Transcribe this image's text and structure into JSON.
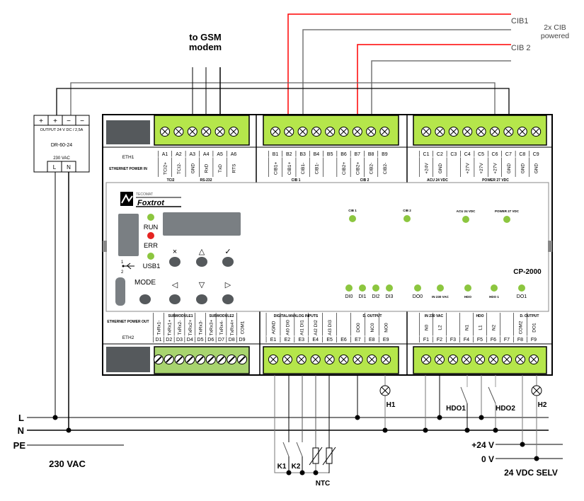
{
  "labels": {
    "gsm_line1": "to GSM",
    "gsm_line2": "modem",
    "cib1": "CIB1",
    "cib2": "CIB 2",
    "cib_powered_line1": "2x CIB",
    "cib_powered_line2": "powered",
    "L": "L",
    "N": "N",
    "PE": "PE",
    "vac": "230 VAC",
    "plus24": "+24 V",
    "zero_v": "0 V",
    "selv": "24 VDC SELV",
    "K1": "K1",
    "K2": "K2",
    "NTC": "NTC",
    "H1": "H1",
    "H2": "H2",
    "HDO1": "HDO1",
    "HDO2": "HDO2"
  },
  "power_supply": {
    "terminals": [
      "+",
      "+",
      "−",
      "−"
    ],
    "output": "OUTPUT  24 V DC / 2,5A",
    "model": "DR-60-24",
    "input": "230 VAC",
    "input_terminals": [
      "L",
      "N"
    ]
  },
  "device": {
    "model": "CP-2000",
    "brand": "Foxtrot",
    "brand_tagline": "TECOMAT",
    "eth1": "ETH1",
    "eth1_sub": "ETHERNET POWER IN",
    "eth2": "ETH2",
    "eth2_sub": "ETHERNET POWER OUT",
    "leds": {
      "run": "RUN",
      "err": "ERR",
      "usb": "USB1",
      "usb_1": "1",
      "usb_2": "2",
      "mode": "MODE"
    },
    "buttons": [
      "×",
      "△",
      "✓",
      "◁",
      "▽",
      "▷"
    ],
    "status_leds_top": [
      "CIB 1",
      "CIB 2",
      "ACU 24 VDC",
      "POWER 27 VDC"
    ],
    "status_leds_bottom": [
      "DI0",
      "DI1",
      "DI2",
      "DI3",
      "DO0",
      "IN 230 VAC",
      "HDO",
      "HDO 1",
      "DO1"
    ],
    "colors": {
      "terminal": "#b5e64b",
      "led_green": "#8cc63f",
      "led_red": "#e52421",
      "cib_power": "#ff0000"
    }
  },
  "terminals": {
    "A": {
      "pins": [
        "A1",
        "A2",
        "A3",
        "A4",
        "A5",
        "A6"
      ],
      "functions": [
        "TCI2+",
        "TCI2-",
        "GND",
        "RxD",
        "TxD",
        "RTS"
      ],
      "groups": [
        "TCI2",
        "RS-232"
      ]
    },
    "B": {
      "pins": [
        "B1",
        "B2",
        "B3",
        "B4",
        "B5",
        "B6",
        "B7",
        "B8",
        "B9"
      ],
      "functions": [
        "CIB1+",
        "CIB1+",
        "CIB1-",
        "CIB1-",
        "",
        "CIB2+",
        "CIB2+",
        "CIB2-",
        "CIB2-"
      ],
      "groups": [
        "CIB 1",
        "CIB 2"
      ]
    },
    "C": {
      "pins": [
        "C1",
        "C2",
        "C3",
        "C4",
        "C5",
        "C6",
        "C7",
        "C8",
        "C9"
      ],
      "functions": [
        "+24V",
        "GND",
        "",
        "+27V",
        "+27V",
        "+27V",
        "GND",
        "GND",
        "GND"
      ],
      "groups": [
        "ACU 24 VDC",
        "POWER 27 VDC"
      ]
    },
    "D": {
      "pins": [
        "D1",
        "D2",
        "D3",
        "D4",
        "D5",
        "D6",
        "D7",
        "D8",
        "D9"
      ],
      "functions": [
        "TxRx1-",
        "TxRx1+",
        "TxRx2-",
        "TxRx2+",
        "TxRx3-",
        "TxRx3+",
        "TxRx4-",
        "TxRx4+",
        "COM1"
      ],
      "groups": [
        "SUBMODULE1",
        "SUBMODULE2"
      ]
    },
    "E": {
      "pins": [
        "E1",
        "E2",
        "E3",
        "E4",
        "E5",
        "E6",
        "E7",
        "E8",
        "E9"
      ],
      "functions": [
        "AGND",
        "AI0 DI0",
        "AI1 DI1",
        "AI2 DI2",
        "AI3 DI3",
        "",
        "DO0",
        "NC0",
        "NO0"
      ],
      "groups": [
        "DIGITAL/ANALOG INPUTS",
        "D. OUTPUT"
      ]
    },
    "F": {
      "pins": [
        "F1",
        "F2",
        "F3",
        "F4",
        "F5",
        "F6",
        "F7",
        "F8",
        "F9"
      ],
      "functions": [
        "N0",
        "L2",
        "",
        "N1",
        "L1",
        "N2",
        "",
        "COM2",
        "DO1"
      ],
      "groups": [
        "IN 230 VAC",
        "HDO",
        "D. OUTPUT"
      ]
    }
  }
}
